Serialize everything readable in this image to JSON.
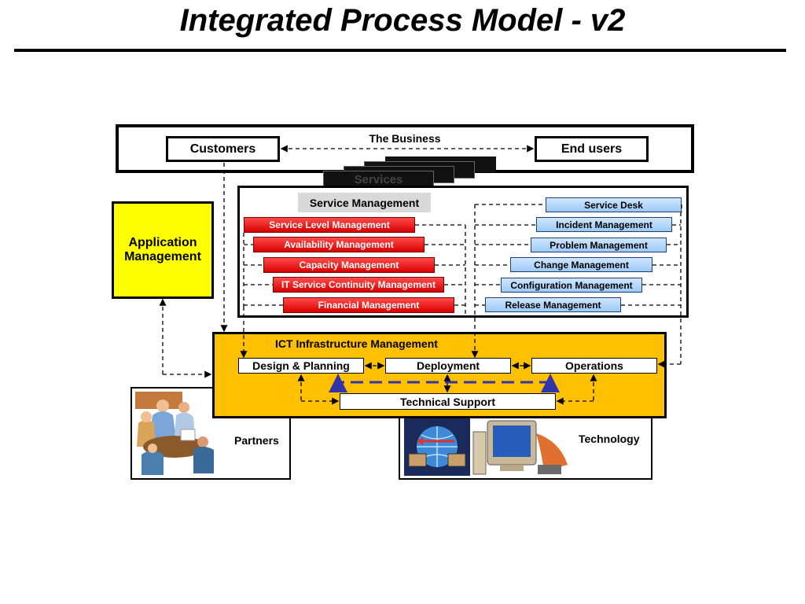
{
  "slide": {
    "title": "Integrated Process Model  - v2"
  },
  "business": {
    "label": "The Business",
    "customers": "Customers",
    "end_users": "End users"
  },
  "services_label": "Services",
  "service_management": {
    "title": "Service Management",
    "left": [
      "Service Level Management",
      "Availability Management",
      "Capacity Management",
      "IT Service Continuity Management",
      "Financial Management"
    ],
    "right": [
      "Service Desk",
      "Incident Management",
      "Problem Management",
      "Change Management",
      "Configuration Management",
      "Release Management"
    ]
  },
  "application_management": "Application Management",
  "ict": {
    "title": "ICT Infrastructure Management",
    "design": "Design & Planning",
    "deployment": "Deployment",
    "operations": "Operations",
    "tech_support": "Technical Support"
  },
  "partners": "Partners",
  "technology": "Technology",
  "colors": {
    "red": "#e00000",
    "blue": "#a9d2f7",
    "yellow": "#ffff00",
    "gold": "#ffc000",
    "arrow_blue": "#3333aa"
  },
  "icons": {
    "partners_image": "people-meeting-clipart",
    "technology_image": "computer-network-clipart"
  }
}
